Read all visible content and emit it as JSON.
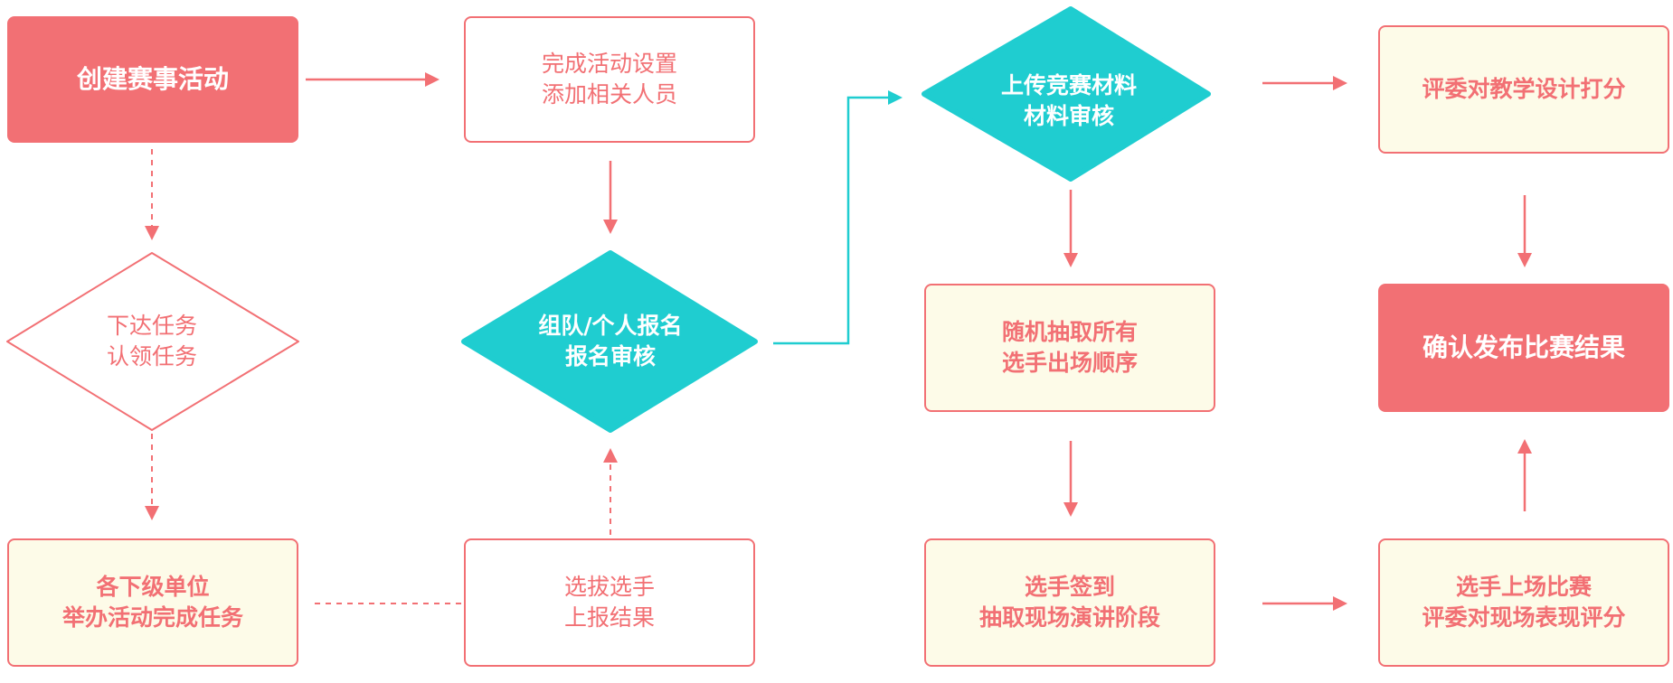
{
  "colors": {
    "accent_red": "#f27074",
    "teal": "#1fcdd0",
    "cream": "#fdfbe8"
  },
  "nodes": {
    "create_event": {
      "line1": "创建赛事活动"
    },
    "complete_setup": {
      "line1": "完成活动设置",
      "line2": "添加相关人员"
    },
    "assign_task": {
      "line1": "下达任务",
      "line2": "认领任务"
    },
    "team_register": {
      "line1": "组队/个人报名",
      "line2": "报名审核"
    },
    "sub_units": {
      "line1": "各下级单位",
      "line2": "举办活动完成任务"
    },
    "select_players": {
      "line1": "选拔选手",
      "line2": "上报结果"
    },
    "upload_material": {
      "line1": "上传竞赛材料",
      "line2": "材料审核"
    },
    "random_draw": {
      "line1": "随机抽取所有",
      "line2": "选手出场顺序"
    },
    "check_in": {
      "line1": "选手签到",
      "line2": "抽取现场演讲阶段"
    },
    "judge_design": {
      "line1": "评委对教学设计打分"
    },
    "publish_result": {
      "line1": "确认发布比赛结果"
    },
    "live_compete": {
      "line1": "选手上场比赛",
      "line2": "评委对现场表现评分"
    }
  }
}
